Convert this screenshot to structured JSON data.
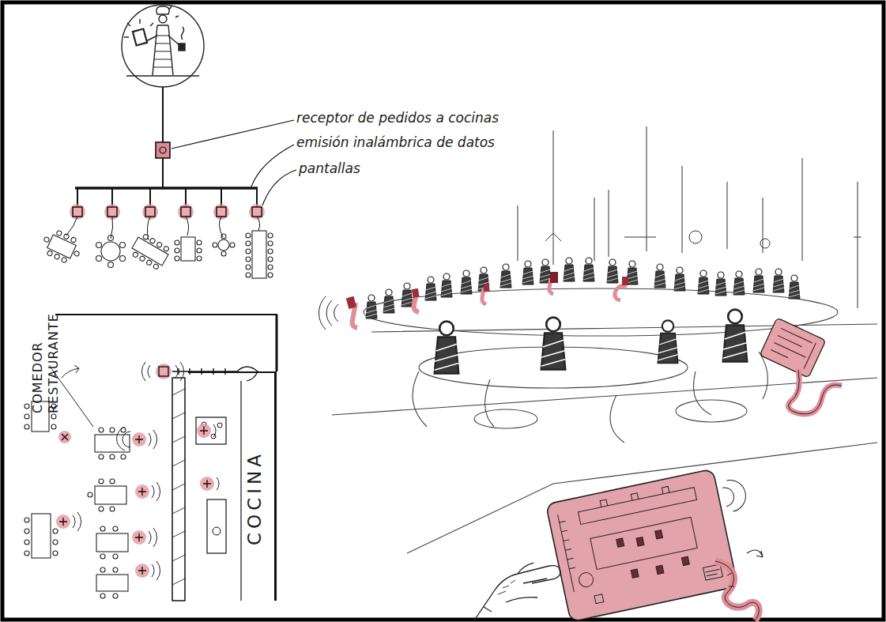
{
  "diagram": {
    "nodes": [
      {
        "text": [
          "COCINA"
        ]
      }
    ],
    "labels": [
      "receptor de pedidos a cocinas",
      "emisión inalámbrica de datos",
      "pantallas",
      "COMEDOR RESTAURANTE"
    ]
  }
}
